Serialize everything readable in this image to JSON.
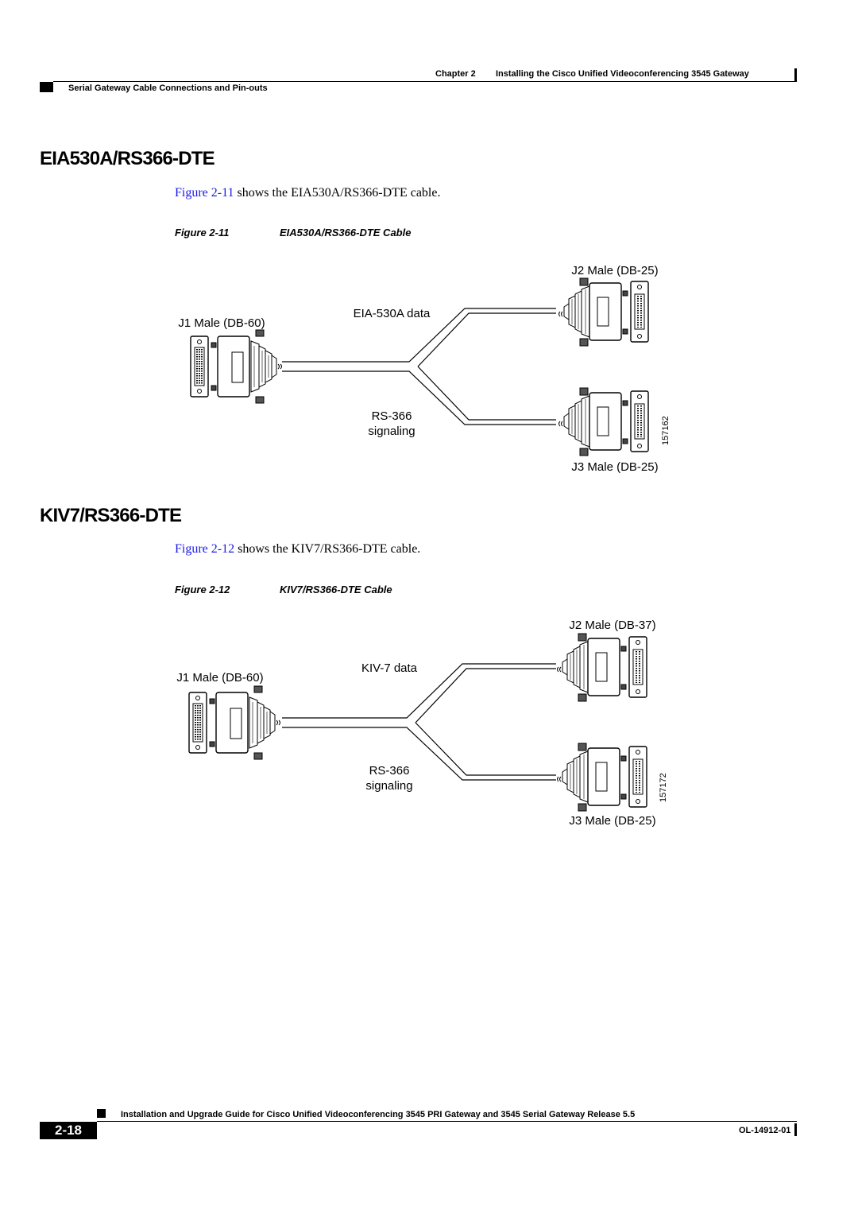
{
  "header": {
    "chapter_label": "Chapter 2",
    "chapter_title": "Installing the Cisco Unified Videoconferencing 3545 Gateway",
    "section": "Serial Gateway Cable Connections and Pin-outs"
  },
  "sections": [
    {
      "title": "EIA530A/RS366-DTE",
      "ref_link": "Figure 2-11",
      "ref_text": " shows the EIA530A/RS366-DTE cable.",
      "caption_label": "Figure 2-11",
      "caption_title": "EIA530A/RS366-DTE Cable",
      "figure": {
        "j2_label": "J2 Male (DB-25)",
        "j1_label": "J1 Male (DB-60)",
        "data_label": "EIA-530A data",
        "signal_line1": "RS-366",
        "signal_line2": "signaling",
        "j3_label": "J3 Male (DB-25)",
        "figure_id": "157162"
      }
    },
    {
      "title": "KIV7/RS366-DTE",
      "ref_link": "Figure 2-12",
      "ref_text": " shows the KIV7/RS366-DTE cable.",
      "caption_label": "Figure 2-12",
      "caption_title": "KIV7/RS366-DTE Cable",
      "figure": {
        "j2_label": "J2 Male (DB-37)",
        "j1_label": "J1 Male (DB-60)",
        "data_label": "KIV-7 data",
        "signal_line1": "RS-366",
        "signal_line2": "signaling",
        "j3_label": "J3 Male (DB-25)",
        "figure_id": "157172"
      }
    }
  ],
  "footer": {
    "guide_title": "Installation and Upgrade Guide for Cisco Unified Videoconferencing 3545 PRI Gateway and 3545 Serial Gateway Release 5.5",
    "page_number": "2-18",
    "doc_number": "OL-14912-01"
  }
}
